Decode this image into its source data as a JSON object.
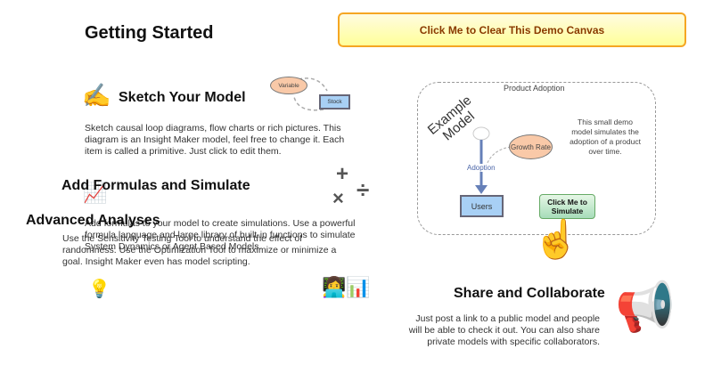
{
  "header": {
    "title": "Getting Started"
  },
  "clear_button": {
    "label": "Click Me to Clear This Demo Canvas"
  },
  "sections": {
    "sketch": {
      "title": "Sketch Your Model",
      "icon": "✍",
      "text": "Sketch causal loop diagrams, flow charts or rich pictures. This diagram is an Insight Maker model, feel free to change it. Each item is called a primitive. Just click to edit them.",
      "diagram": {
        "variable_label": "Variable",
        "stock_label": "Stock"
      }
    },
    "formulas": {
      "title": "Add Formulas and Simulate",
      "icon": "📈",
      "ops_icons": [
        "+",
        "×",
        "÷"
      ],
      "text": "Add formulas to your model to create simulations. Use a powerful formula language and large library of built-in functions to simulate System Dynamics or Agent Based Models."
    },
    "advanced": {
      "title": "Advanced Analyses",
      "icon": "💡",
      "icon2": "👩‍💻📊",
      "text": "Use the Sensitivity Testing Tool to understand the effect of randomness. Use the Optimization Tool to maximize or minimize a goal. Insight Maker even has model scripting."
    },
    "share": {
      "title": "Share and Collaborate",
      "icon": "📢",
      "text": "Just post a link to a public model and people will be able to check it out. You can also share private models with specific collaborators."
    }
  },
  "demo": {
    "folder_label": "Product Adoption",
    "example_label": "Example Model",
    "description": "This small demo model simulates the adoption of a product over time.",
    "growth_rate_label": "Growth Rate",
    "flow_label": "Adoption",
    "stock_label": "Users",
    "simulate_button": "Click Me to Simulate",
    "pointer_icon": "☝"
  }
}
